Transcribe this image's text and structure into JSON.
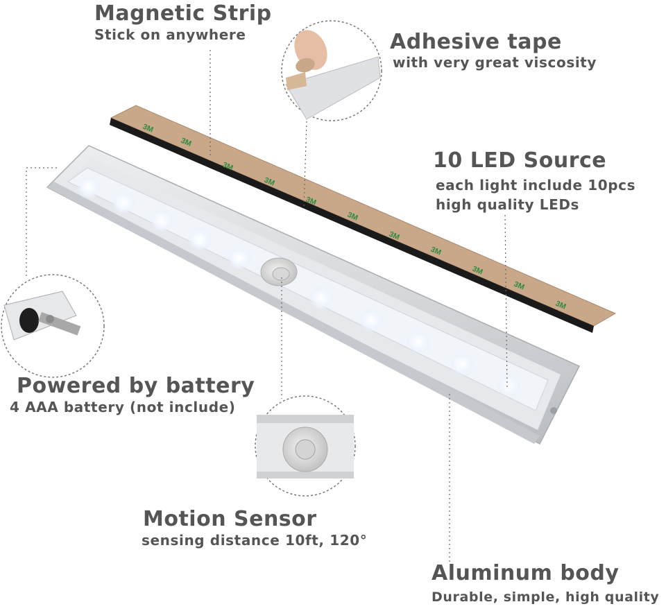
{
  "labels": {
    "magnetic_strip": {
      "title": "Magnetic Strip",
      "subtitle": "Stick on anywhere"
    },
    "adhesive_tape": {
      "title": "Adhesive tape",
      "subtitle": "with very great viscosity"
    },
    "led_source": {
      "title": "10 LED Source",
      "line1": "each light include 10pcs",
      "line2": "high quality LEDs"
    },
    "battery": {
      "title": "Powered by battery",
      "subtitle": "4 AAA battery (not include)"
    },
    "motion_sensor": {
      "title": "Motion Sensor",
      "subtitle": "sensing distance 10ft, 120°"
    },
    "aluminum_body": {
      "title": "Aluminum body",
      "subtitle": "Durable, simple, high quality"
    }
  },
  "product": {
    "led_count": 10,
    "tape_marking": "3M",
    "colors": {
      "label_text": "#555555",
      "tape": "#c9a88a",
      "tape_mark": "#2f8a3f",
      "magnet": "#1a1a1a",
      "aluminum": "#d9dbde",
      "led_glow": "#f4f8ff"
    }
  }
}
